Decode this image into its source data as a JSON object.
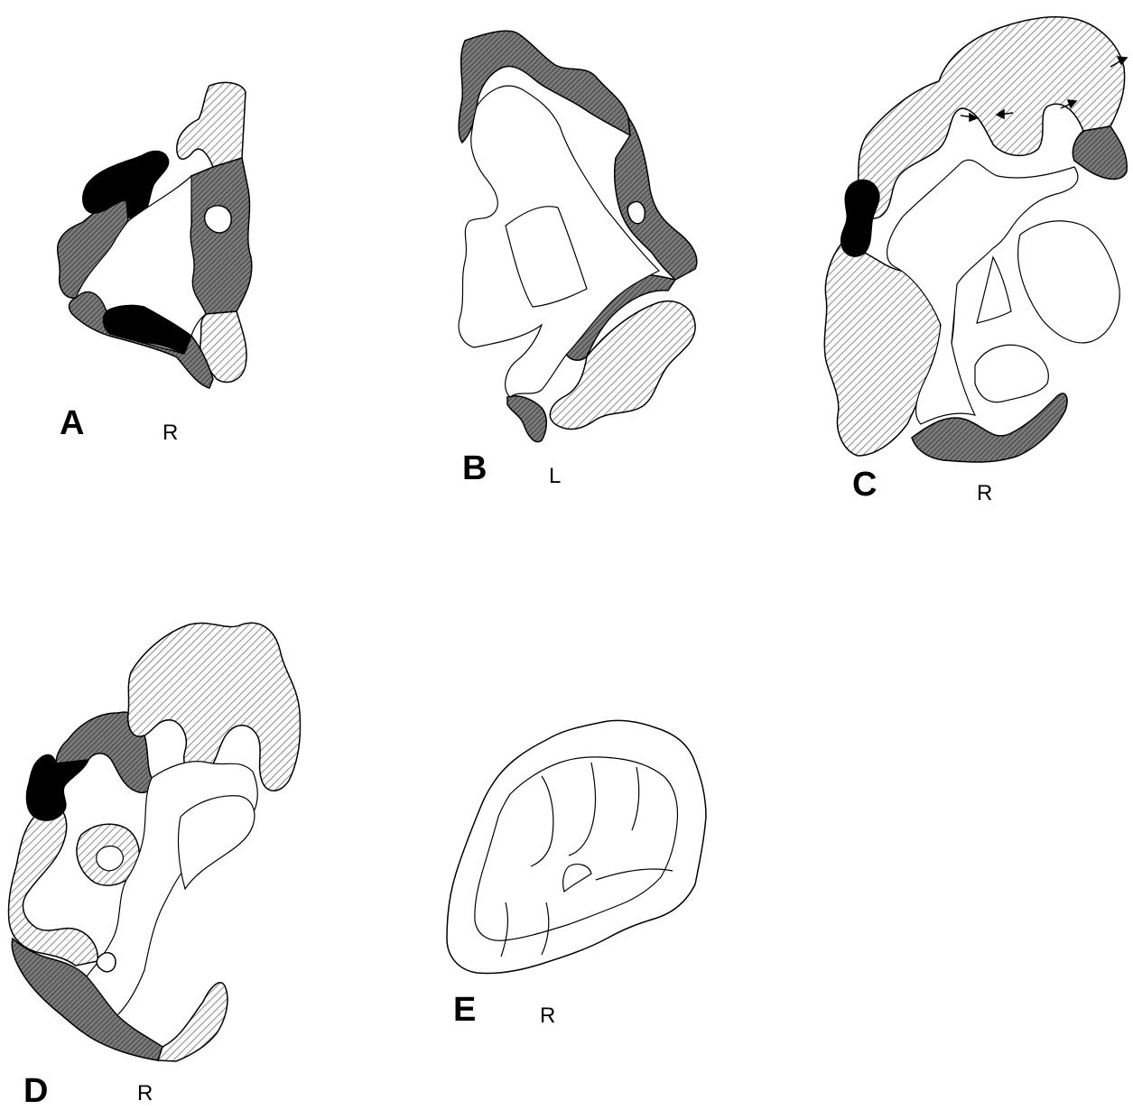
{
  "figure": {
    "panels": [
      {
        "id": "A",
        "letter": "A",
        "side": "R"
      },
      {
        "id": "B",
        "letter": "B",
        "side": "L"
      },
      {
        "id": "C",
        "letter": "C",
        "side": "R"
      },
      {
        "id": "D",
        "letter": "D",
        "side": "R"
      },
      {
        "id": "E",
        "letter": "E",
        "side": "R"
      }
    ],
    "shading": {
      "solid_black": "#000000",
      "dense_hatch": "#555555",
      "light_hatch": "#9a9a9a",
      "outline": "#000000"
    }
  }
}
